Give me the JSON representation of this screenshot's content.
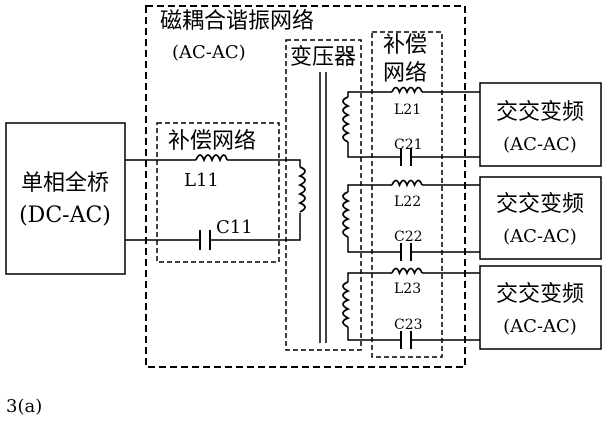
{
  "figure_label": "3(a)",
  "source": {
    "line1": "单相全桥",
    "line2": "(DC-AC)"
  },
  "resonant_network": {
    "line1": "磁耦合谐振网络",
    "line2": "(AC-AC)"
  },
  "primary_compensation": {
    "title": "补偿网络",
    "inductor": "L11",
    "capacitor": "C11"
  },
  "transformer": {
    "label": "变压器"
  },
  "secondary_compensation": {
    "title_line1": "补偿",
    "title_line2": "网络",
    "inductors": [
      "L21",
      "L22",
      "L23"
    ],
    "capacitors": [
      "C21",
      "C22",
      "C23"
    ]
  },
  "converters": [
    {
      "line1": "交交变频",
      "line2": "(AC-AC)"
    },
    {
      "line1": "交交变频",
      "line2": "(AC-AC)"
    },
    {
      "line1": "交交变频",
      "line2": "(AC-AC)"
    }
  ]
}
